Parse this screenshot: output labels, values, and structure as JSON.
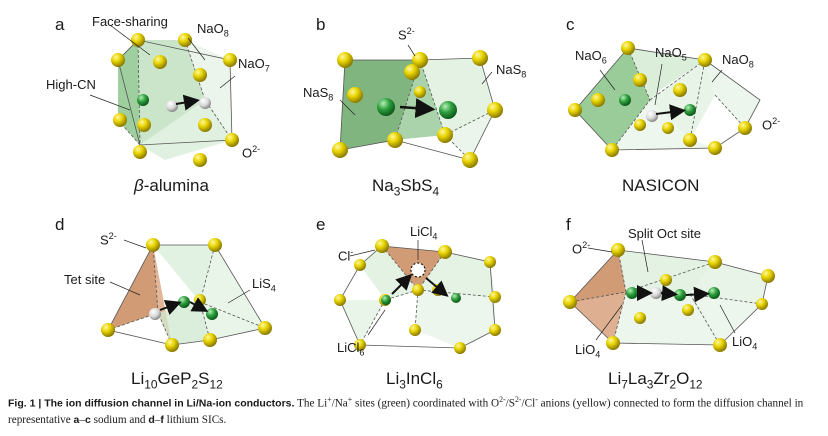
{
  "panels": {
    "a": {
      "letter": "a",
      "face_sharing": "Face-sharing",
      "nao8": "NaO",
      "nao8_sub": "8",
      "nao7": "NaO",
      "nao7_sub": "7",
      "high_cn": "High-CN",
      "o2": "O",
      "o2_sup": "2-",
      "name_prefix": "β",
      "name": "-alumina"
    },
    "b": {
      "letter": "b",
      "s2": "S",
      "s2_sup": "2-",
      "nas8_left": "NaS",
      "nas8_left_sub": "8",
      "nas8_right": "NaS",
      "nas8_right_sub": "8",
      "name_parts": [
        "Na",
        "3",
        "SbS",
        "4"
      ]
    },
    "c": {
      "letter": "c",
      "nao6": "NaO",
      "nao6_sub": "6",
      "nao5": "NaO",
      "nao5_sub": "5",
      "nao8": "NaO",
      "nao8_sub": "8",
      "o2": "O",
      "o2_sup": "2-",
      "name": "NASICON"
    },
    "d": {
      "letter": "d",
      "s2": "S",
      "s2_sup": "2-",
      "tet": "Tet site",
      "lis4": "LiS",
      "lis4_sub": "4",
      "name_parts": [
        "Li",
        "10",
        "GeP",
        "2",
        "S",
        "12"
      ]
    },
    "e": {
      "letter": "e",
      "cl": "Cl",
      "cl_sup": "-",
      "licl4": "LiCl",
      "licl4_sub": "4",
      "licl6": "LiCl",
      "licl6_sub": "6",
      "name_parts": [
        "Li",
        "3",
        "InCl",
        "6"
      ]
    },
    "f": {
      "letter": "f",
      "o2": "O",
      "o2_sup": "2-",
      "split": "Split Oct site",
      "lio4_left": "LiO",
      "lio4_left_sub": "4",
      "lio4_right": "LiO",
      "lio4_right_sub": "4",
      "name_parts": [
        "Li",
        "7",
        "La",
        "3",
        "Zr",
        "2",
        "O",
        "12"
      ]
    }
  },
  "caption": {
    "fig": "Fig. 1 | The ion diffusion channel in Li/Na-ion conductors.",
    "body1": " The Li",
    "sup1": "+",
    "body2": "/Na",
    "sup2": "+",
    "body3": " sites (green) coordinated with O",
    "sup3": "2-",
    "body4": "/S",
    "sup4": "2-",
    "body5": "/Cl",
    "sup5": "-",
    "body6": " anions (yellow) connected to form the diffusion channel in representative ",
    "bold1": "a",
    "dash1": "–",
    "bold2": "c",
    "body7": " sodium and ",
    "bold3": "d",
    "dash2": "–",
    "bold4": "f",
    "body8": " lithium SICs."
  },
  "colors": {
    "yellow": "#e8d400",
    "green": "#2e9e3e",
    "orange": "#c98a5e",
    "polyhedron": "#cfe8cf"
  }
}
